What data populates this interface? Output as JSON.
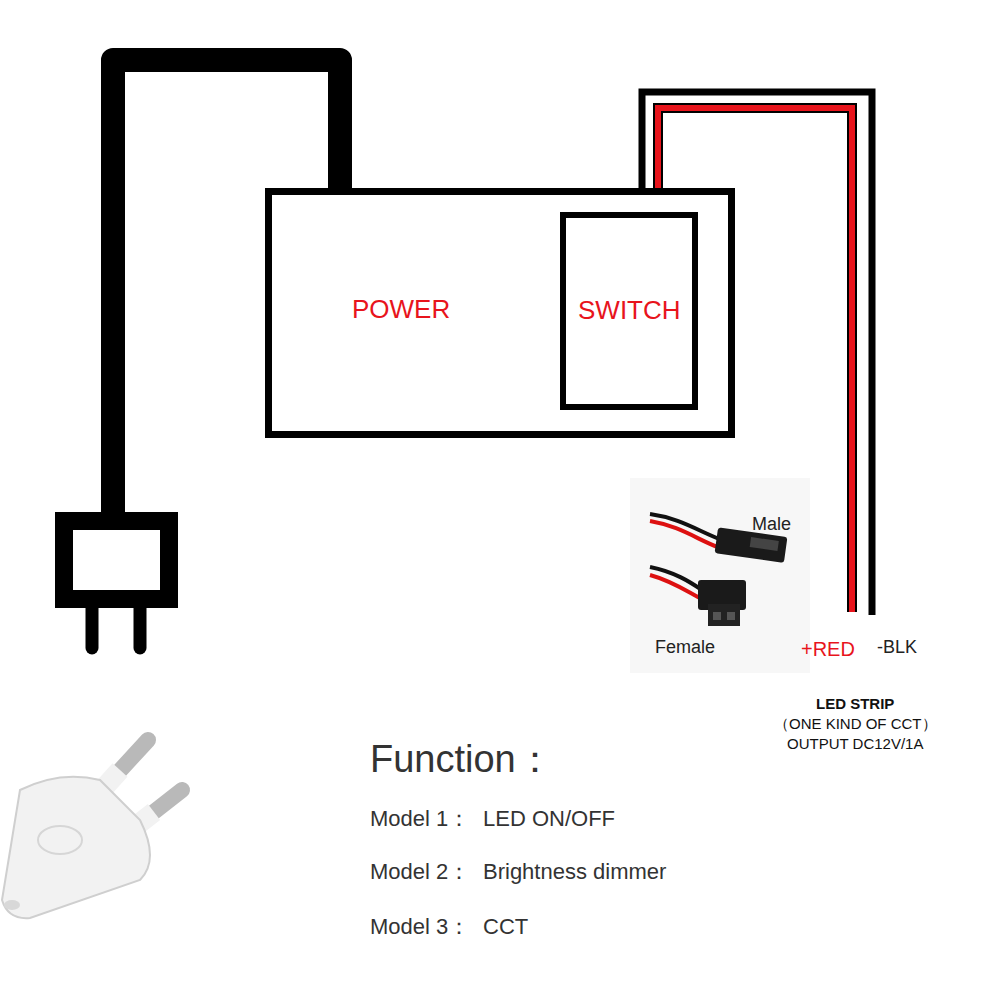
{
  "diagram": {
    "nodes": [
      {
        "text": [
          "POWER"
        ]
      },
      {
        "text": [
          "SWITCH"
        ],
        "in": 0
      }
    ],
    "labels": [
      "Male",
      "Female",
      "+RED",
      "-BLK",
      "LED STRIP",
      "（ONE KIND OF CCT）",
      "OUTPUT DC12V/1A",
      "Function：",
      "Model 1：",
      "LED ON/OFF",
      "Model 2：",
      "Brightness dimmer",
      "Model 3：",
      "CCT"
    ]
  }
}
